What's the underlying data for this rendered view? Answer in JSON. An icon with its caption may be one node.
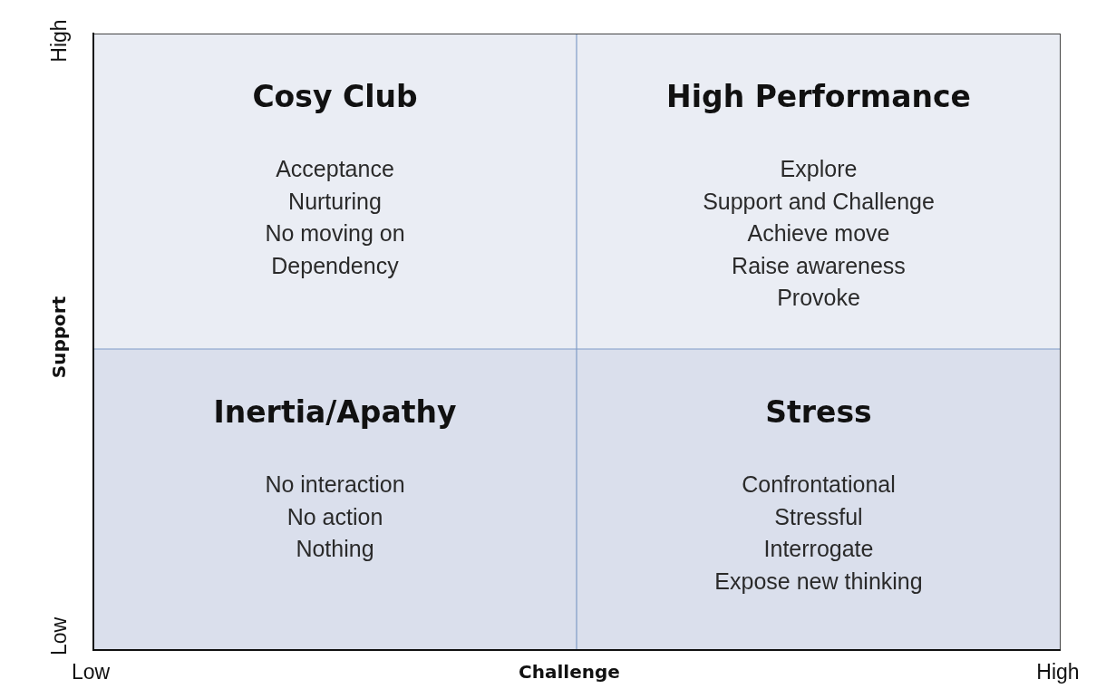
{
  "diagram": {
    "nodes": [
      {
        "text": [
          "Cosy Club",
          "Acceptance",
          "Nurturing",
          "No moving on",
          "Dependency"
        ]
      },
      {
        "text": [
          "High Performance",
          "Explore",
          "Support and Challenge",
          "Achieve move",
          "Raise awareness",
          "Provoke"
        ]
      },
      {
        "text": [
          "Inertia/Apathy",
          "No interaction",
          "No action",
          "Nothing"
        ]
      },
      {
        "text": [
          "Stress",
          "Confrontational",
          "Stressful",
          "Interrogate",
          "Expose new thinking"
        ]
      }
    ],
    "edges": [],
    "labels": [
      "High",
      "Support",
      "Low",
      "Low",
      "Challenge",
      "High"
    ]
  }
}
